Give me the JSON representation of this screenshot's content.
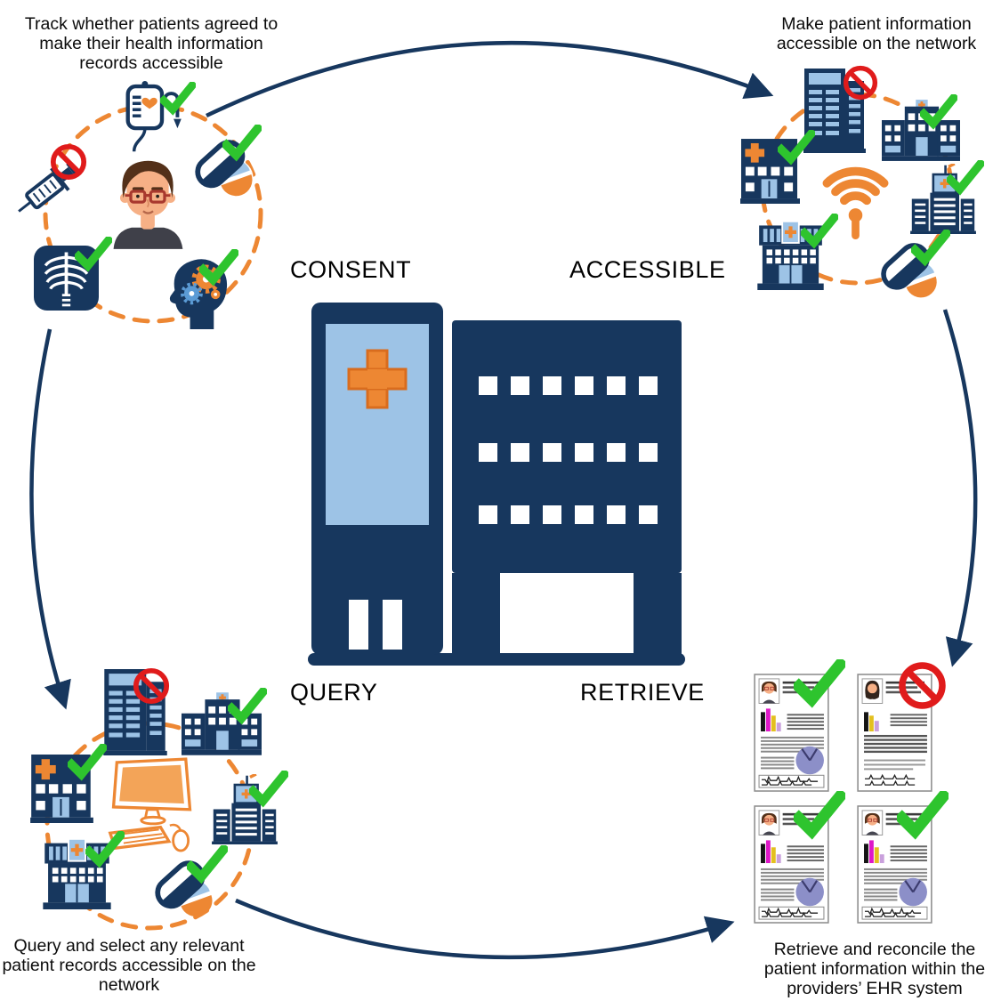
{
  "figure": {
    "type": "cycle-diagram",
    "topic": "patient health information exchange cycle"
  },
  "stages": {
    "consent": {
      "label": "CONSENT",
      "caption": "Track whether patients agreed to make their health information records accessible"
    },
    "accessible": {
      "label": "ACCESSIBLE",
      "caption": "Make patient information accessible on the network"
    },
    "query": {
      "label": "QUERY",
      "caption": "Query and select any relevant patient records accessible on the network"
    },
    "retrieve": {
      "label": "RETRIEVE",
      "caption": "Retrieve and reconcile the patient information within the providers’ EHR system"
    }
  },
  "center": {
    "icon": "hospital-building-icon"
  },
  "clusters": {
    "consent": {
      "center_icon": "patient-avatar",
      "ring": "orange-dashed-circle",
      "items": [
        {
          "icon": "iv-bag-icon",
          "status": "approved"
        },
        {
          "icon": "pill-capsule-icon",
          "status": "approved"
        },
        {
          "icon": "syringe-icon",
          "status": "denied"
        },
        {
          "icon": "xray-icon",
          "status": "approved"
        },
        {
          "icon": "head-gears-icon",
          "status": "approved"
        }
      ]
    },
    "accessible": {
      "center_icon": "wifi-icon",
      "ring": "orange-dashed-circle",
      "items": [
        {
          "icon": "office-building-icon",
          "status": "denied"
        },
        {
          "icon": "hospital-wings-icon",
          "status": "approved"
        },
        {
          "icon": "hospital-cross-icon",
          "status": "approved"
        },
        {
          "icon": "clinic-tower-icon",
          "status": "approved"
        },
        {
          "icon": "storefront-hospital-icon",
          "status": "approved"
        },
        {
          "icon": "pill-capsule-icon",
          "status": "approved"
        }
      ]
    },
    "query": {
      "center_icon": "computer-icon",
      "ring": "orange-dashed-circle",
      "items": [
        {
          "icon": "office-building-icon",
          "status": "denied"
        },
        {
          "icon": "hospital-wings-icon",
          "status": "approved"
        },
        {
          "icon": "hospital-cross-icon",
          "status": "approved"
        },
        {
          "icon": "clinic-tower-icon",
          "status": "approved"
        },
        {
          "icon": "storefront-hospital-icon",
          "status": "approved"
        },
        {
          "icon": "pill-capsule-icon",
          "status": "approved"
        }
      ]
    },
    "retrieve": {
      "items": [
        {
          "icon": "patient-record-male",
          "status": "approved"
        },
        {
          "icon": "patient-record-female",
          "status": "denied"
        },
        {
          "icon": "patient-record-male",
          "status": "approved"
        },
        {
          "icon": "patient-record-male",
          "status": "approved"
        }
      ]
    }
  },
  "arrows": [
    "consent-to-accessible",
    "accessible-to-retrieve",
    "query-to-retrieve",
    "consent-to-query"
  ],
  "status_icons": {
    "approved": "check-icon",
    "denied": "no-entry-icon"
  },
  "colors": {
    "navy": "#17375E",
    "orange": "#ED8733",
    "lightblue": "#9DC3E6",
    "midblue": "#5B9BD5",
    "green": "#2EC42E",
    "red": "#E01B1B",
    "skin": "#F6B086",
    "hair": "#533019",
    "shirt": "#3F4049",
    "glass": "#A8392E",
    "screen": "#F3A458",
    "pie": "#8C8FC8",
    "magenta": "#DE18C8",
    "yellow": "#E3C01F",
    "violet": "#C9A0DC"
  }
}
